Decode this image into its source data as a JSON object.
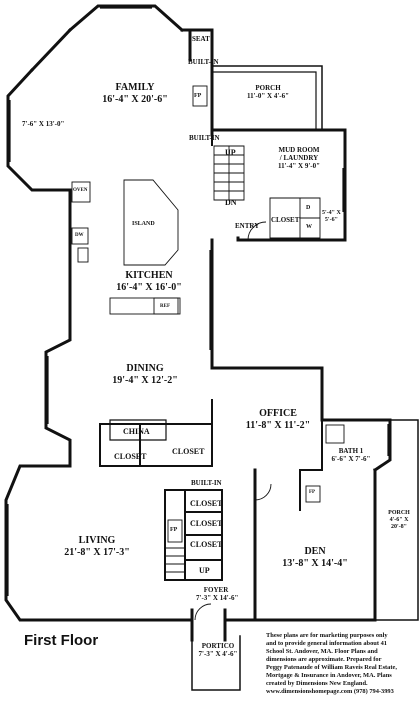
{
  "floor_title": "First Floor",
  "rooms": {
    "seat": {
      "name": "SEAT"
    },
    "built_in_top": {
      "name": "BUILT-IN"
    },
    "family": {
      "name": "FAMILY",
      "dims": "16'-4\" X 20'-6\""
    },
    "bay_family": {
      "dims": "7'-6\" X 13'-0\""
    },
    "porch_top": {
      "name": "PORCH",
      "dims": "11'-0\" X 4'-6\""
    },
    "fp_family": {
      "name": "FP"
    },
    "built_in_mid": {
      "name": "BUILT-IN"
    },
    "mud_room": {
      "name": "MUD ROOM",
      "name2": "/ LAUNDRY",
      "dims": "11'-4\" X 9'-0\""
    },
    "stair_up": {
      "name": "UP"
    },
    "stair_dn": {
      "name": "DN"
    },
    "oven": {
      "name": "OVEN"
    },
    "island": {
      "name": "ISLAND"
    },
    "closet_mud": {
      "name": "CLOSET"
    },
    "dryer": {
      "name": "D"
    },
    "washer": {
      "name": "W"
    },
    "small_closet": {
      "dims": "5'-4\" X",
      "dims2": "5'-6\""
    },
    "dw": {
      "name": "DW"
    },
    "entry": {
      "name": "ENTRY"
    },
    "kitchen": {
      "name": "KITCHEN",
      "dims": "16'-4\" X 16'-0\""
    },
    "ref": {
      "name": "REF"
    },
    "dining": {
      "name": "DINING",
      "dims": "19'-4\" X 12'-2\""
    },
    "office": {
      "name": "OFFICE",
      "dims": "11'-8\" X 11'-2\""
    },
    "china": {
      "name": "CHINA"
    },
    "closet_dining_left": {
      "name": "CLOSET"
    },
    "closet_dining_right": {
      "name": "CLOSET"
    },
    "bath": {
      "name": "BATH 1",
      "dims": "6'-6\" X 7'-6\""
    },
    "built_in_living": {
      "name": "BUILT-IN"
    },
    "closet_living_1": {
      "name": "CLOSET"
    },
    "closet_living_2": {
      "name": "CLOSET"
    },
    "closet_living_3": {
      "name": "CLOSET"
    },
    "fp_den": {
      "name": "FP"
    },
    "porch_side": {
      "name": "PORCH",
      "dims": "4'-6\" X",
      "dims2": "20'-8\""
    },
    "living": {
      "name": "LIVING",
      "dims": "21'-8\" X 17'-3\""
    },
    "fp_living": {
      "name": "FP"
    },
    "den": {
      "name": "DEN",
      "dims": "13'-8\" X 14'-4\""
    },
    "stair_up_living": {
      "name": "UP"
    },
    "foyer": {
      "name": "FOYER",
      "dims": "7'-3\" X 14'-6\""
    },
    "portico": {
      "name": "PORTICO",
      "dims": "7'-3\" X 4'-6\""
    }
  },
  "disclaimer": [
    "These plans are for marketing purposes only",
    "and to provide general information about 41",
    "School St. Andover, MA.  Floor Plans and",
    "dimensions are approximate.  Prepared for",
    "Peggy Patenaude of William Raveis Real Estate,",
    "Mortgage & Insurance in Andover, MA.  Plans",
    "created by Dimensions New England.",
    "www.dimensionshomepage.com  (978) 794-3993"
  ]
}
